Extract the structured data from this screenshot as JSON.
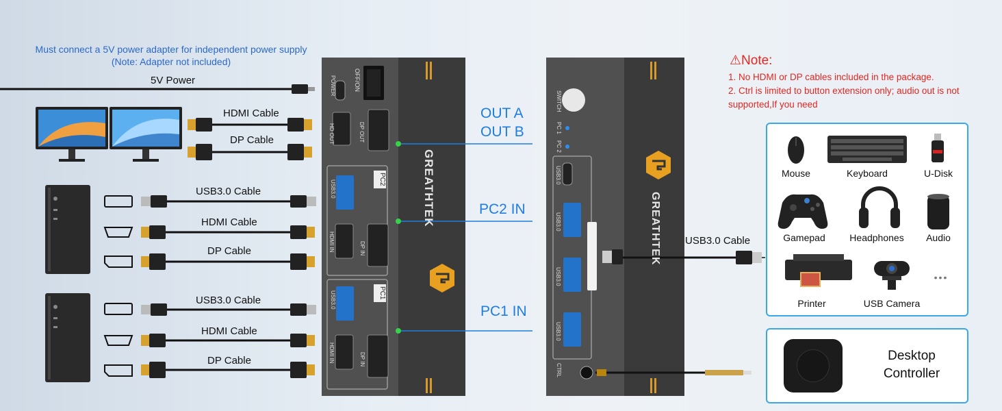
{
  "power_note": "Must connect a 5V power adapter for independent power supply (Note: Adapter not included)",
  "cables": {
    "power": "5V Power",
    "hdmi_top": "HDMI Cable",
    "dp_top": "DP Cable",
    "pc2_usb": "USB3.0 Cable",
    "pc2_hdmi": "HDMI Cable",
    "pc2_dp": "DP Cable",
    "pc1_usb": "USB3.0 Cable",
    "pc1_hdmi": "HDMI Cable",
    "pc1_dp": "DP Cable",
    "usb_right": "USB3.0 Cable"
  },
  "ports": {
    "out_a": "OUT A",
    "out_b": "OUT B",
    "pc2_in": "PC2 IN",
    "pc1_in": "PC1 IN"
  },
  "kvm_front": {
    "off_on": "OFF/ON",
    "power": "POWER",
    "hd_out": "HD OUT",
    "dp_out": "DP OUT",
    "pc2": "PC2",
    "pc1": "PC1",
    "usb30": "USB3.0",
    "hdmi_in": "HDMI IN",
    "dp_in": "DP IN",
    "brand": "GREATHTEK"
  },
  "kvm_back": {
    "switch": "SWITCH",
    "pc1": "PC 1",
    "pc2": "PC 2",
    "usb30": "USB3.0",
    "ctrl": "CTRL"
  },
  "note": {
    "title": "Note:",
    "line1": "1. No HDMI or DP cables included in the package.",
    "line2": "2. Ctrl is limited to button extension only; audio out is not supported,If you need"
  },
  "devices": {
    "mouse": "Mouse",
    "keyboard": "Keyboard",
    "udisk": "U-Disk",
    "gamepad": "Gamepad",
    "headphones": "Headphones",
    "audio": "Audio",
    "printer": "Printer",
    "usb_camera": "USB Camera",
    "more": "•••"
  },
  "controller": "Desktop Controller",
  "colors": {
    "accent_blue": "#1f7de0",
    "note_red": "#e3261f",
    "port_green": "#35d24a",
    "brand_gold": "#e8a020"
  }
}
